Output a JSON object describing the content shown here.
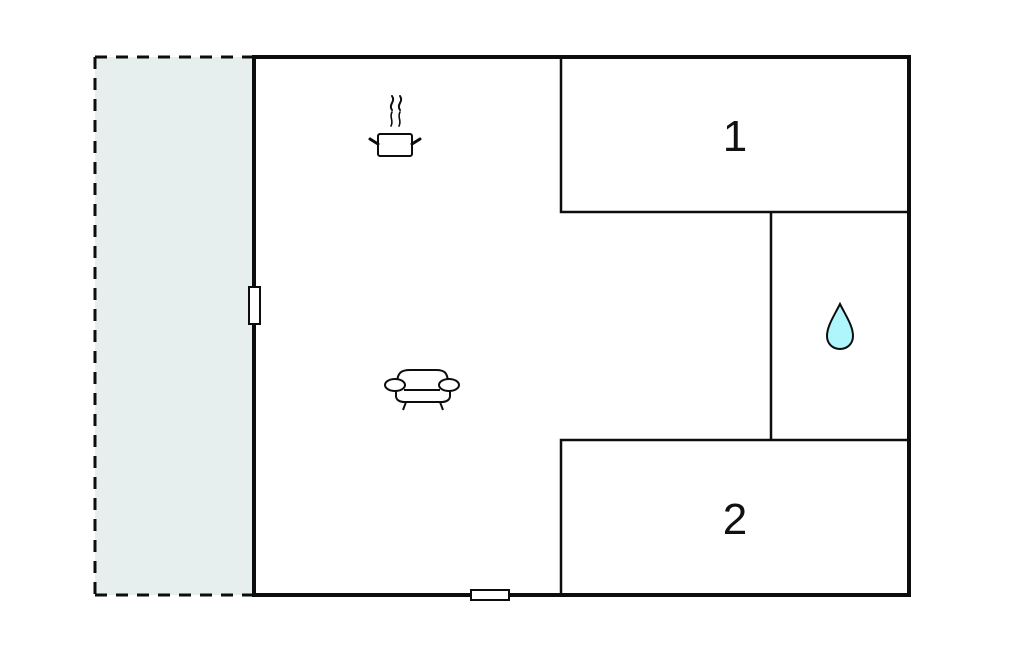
{
  "plan": {
    "type": "floor-plan",
    "colors": {
      "wall": "#0d0d0d",
      "terrace_fill": "#e6eeee",
      "water_fill": "#aef6fb",
      "background": "#ffffff"
    },
    "terrace": {
      "label": "",
      "style": "dashed"
    },
    "rooms": [
      {
        "id": "living-kitchen",
        "label": "",
        "icons": [
          "cooking-pot-icon",
          "sofa-icon"
        ]
      },
      {
        "id": "bedroom-1",
        "label": "1"
      },
      {
        "id": "bathroom",
        "label": "",
        "icons": [
          "water-drop-icon"
        ]
      },
      {
        "id": "bedroom-2",
        "label": "2"
      }
    ],
    "openings": [
      {
        "id": "door-left",
        "wall": "west"
      },
      {
        "id": "door-bottom",
        "wall": "south"
      }
    ]
  }
}
